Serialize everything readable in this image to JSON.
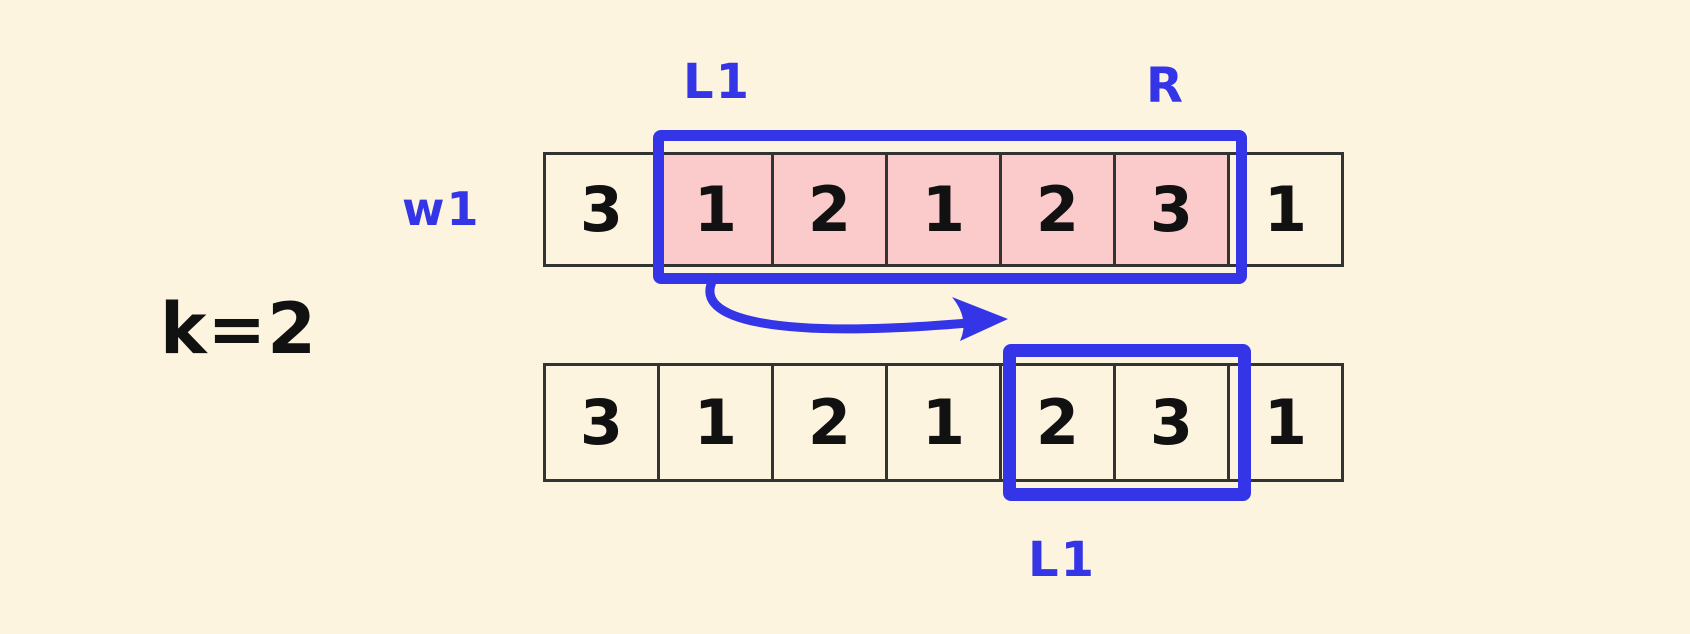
{
  "k_label": "k=2",
  "top_array": {
    "row_label": "w1",
    "left_pointer_label": "L1",
    "right_pointer_label": "R",
    "window_range": {
      "start_index": 1,
      "end_index": 5
    },
    "cells": [
      {
        "value": "3",
        "in_window": false
      },
      {
        "value": "1",
        "in_window": true
      },
      {
        "value": "2",
        "in_window": true
      },
      {
        "value": "1",
        "in_window": true
      },
      {
        "value": "2",
        "in_window": true
      },
      {
        "value": "3",
        "in_window": true
      },
      {
        "value": "1",
        "in_window": false
      }
    ]
  },
  "bottom_array": {
    "pointer_label": "L1",
    "window_range": {
      "start_index": 4,
      "end_index": 5
    },
    "cells": [
      {
        "value": "3",
        "in_window": false
      },
      {
        "value": "1",
        "in_window": false
      },
      {
        "value": "2",
        "in_window": false
      },
      {
        "value": "1",
        "in_window": false
      },
      {
        "value": "2",
        "in_window": true
      },
      {
        "value": "3",
        "in_window": true
      },
      {
        "value": "1",
        "in_window": false
      }
    ]
  },
  "colors": {
    "background": "#FCF4DF",
    "window_highlight": "#FBCBCC",
    "accent_blue": "#3535E8",
    "cell_border": "#333333",
    "text": "#111111"
  }
}
